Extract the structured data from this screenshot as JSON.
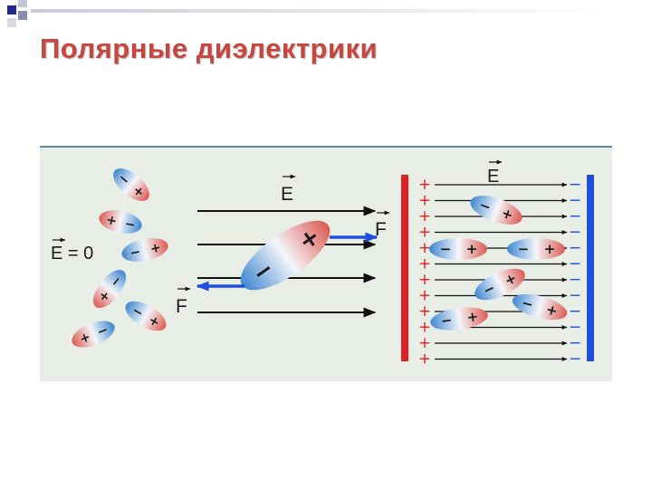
{
  "slide": {
    "title": "Полярные диэлектрики",
    "accent_colors": {
      "title": "#c5473f",
      "corner_squares": "#1f2a8a",
      "plate_positive": "#e02020",
      "plate_negative": "#1e4fd8",
      "diagram_background": "#e8ede6"
    }
  },
  "diagram": {
    "field_zero_label": "E = 0",
    "field_label": "E",
    "force_label": "F",
    "charge_plus": "+",
    "charge_minus": "−"
  }
}
